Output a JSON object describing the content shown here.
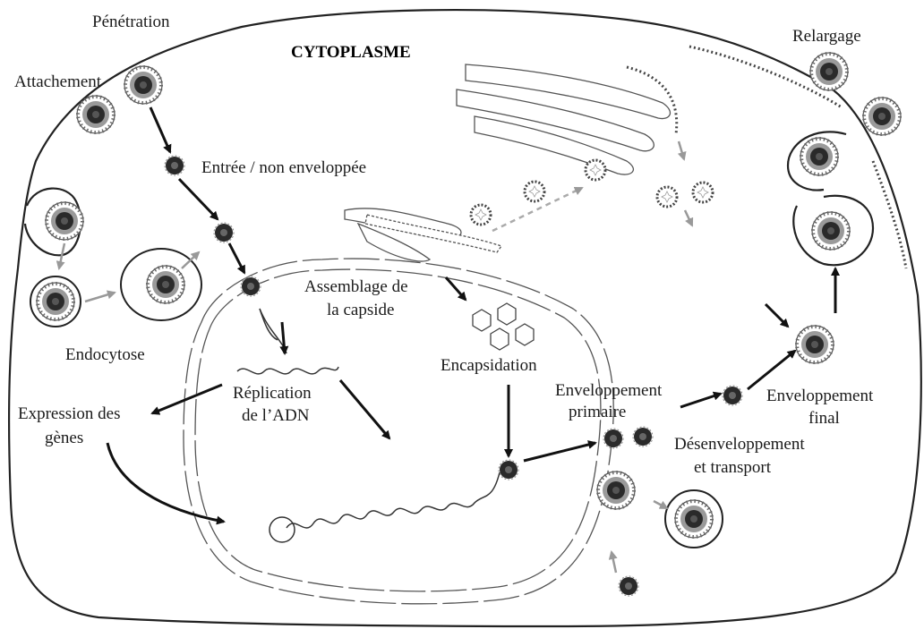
{
  "title": "CYTOPLASME",
  "labels": {
    "relargage": "Relargage",
    "penetration": "Pénétration",
    "attachement": "Attachement",
    "entree": "Entrée / non enveloppée",
    "assemblage_l1": "Assemblage de",
    "assemblage_l2": "la capside",
    "endocytose": "Endocytose",
    "encapsidation": "Encapsidation",
    "enveloppement_primaire_l1": "Enveloppement",
    "enveloppement_primaire_l2": "primaire",
    "enveloppement_final_l1": "Enveloppement",
    "enveloppement_final_l2": "final",
    "replication_l1": "Réplication",
    "replication_l2": "de l’ADN",
    "expression_l1": "Expression des",
    "expression_l2": "gènes",
    "desenveloppement_l1": "Désenveloppement",
    "desenveloppement_l2": "et transport"
  },
  "colors": {
    "ink": "#1a1a1a",
    "virion_core": "#2a2a2a",
    "virion_tegument": "#777777",
    "grey_arrow": "#999999"
  }
}
